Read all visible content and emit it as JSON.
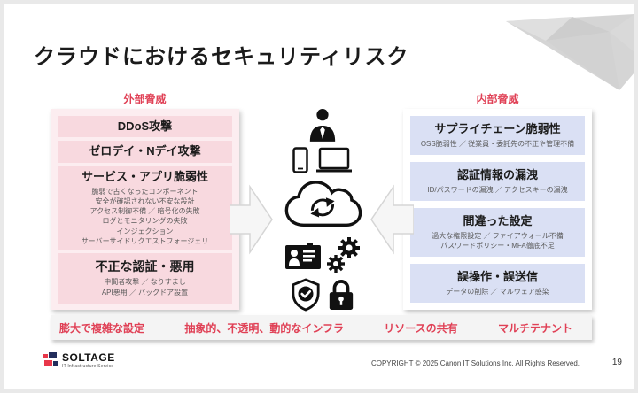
{
  "title": "クラウドにおけるセキュリティリスク",
  "external": {
    "label": "外部脅威",
    "items": [
      {
        "title": "DDoS攻撃"
      },
      {
        "title": "ゼロデイ・Nデイ攻撃"
      },
      {
        "title": "サービス・アプリ脆弱性",
        "details": [
          "脆弱で古くなったコンポーネント",
          "安全が確認されない不安な設計",
          "アクセス制御不備 ／ 暗号化の失敗",
          "ログとモニタリングの失敗",
          "インジェクション",
          "サーバーサイドリクエストフォージェリ"
        ]
      },
      {
        "title": "不正な認証・悪用",
        "details": [
          "中間者攻撃 ／ なりすまし",
          "API悪用 ／ バックドア設置"
        ]
      }
    ]
  },
  "internal": {
    "label": "内部脅威",
    "items": [
      {
        "title": "サプライチェーン脆弱性",
        "details": [
          "OSS脆弱性 ／ 従業員・委託先の不正や管理不備"
        ]
      },
      {
        "title": "認証情報の漏洩",
        "details": [
          "ID/パスワードの漏洩 ／ アクセスキーの漏洩"
        ]
      },
      {
        "title": "間違った設定",
        "details": [
          "過大な権限設定 ／ ファイアウォール不備",
          "パスワードポリシー・MFA徹底不足"
        ]
      },
      {
        "title": "誤操作・誤送信",
        "details": [
          "データの削除 ／ マルウェア感染"
        ]
      }
    ]
  },
  "center_icons": [
    "businessperson-icon",
    "smartphone-icon",
    "laptop-icon",
    "cloud-sync-icon",
    "id-card-icon",
    "gears-icon",
    "shield-check-icon",
    "lock-icon"
  ],
  "bottom_factors": [
    "膨大で複雑な設定",
    "抽象的、不透明、動的なインフラ",
    "リソースの共有",
    "マルチテナント"
  ],
  "footer": {
    "logo": "SOLTAGE",
    "logo_sub": "IT Infrastructure Service",
    "copyright": "COPYRIGHT © 2025 Canon IT Solutions Inc. All Rights Reserved.",
    "page": "19"
  },
  "colors": {
    "accent_red": "#e04156",
    "external_panel": "#fcedf0",
    "external_box": "#f8d9df",
    "internal_panel": "#ffffff",
    "internal_box": "#dae0f4"
  }
}
